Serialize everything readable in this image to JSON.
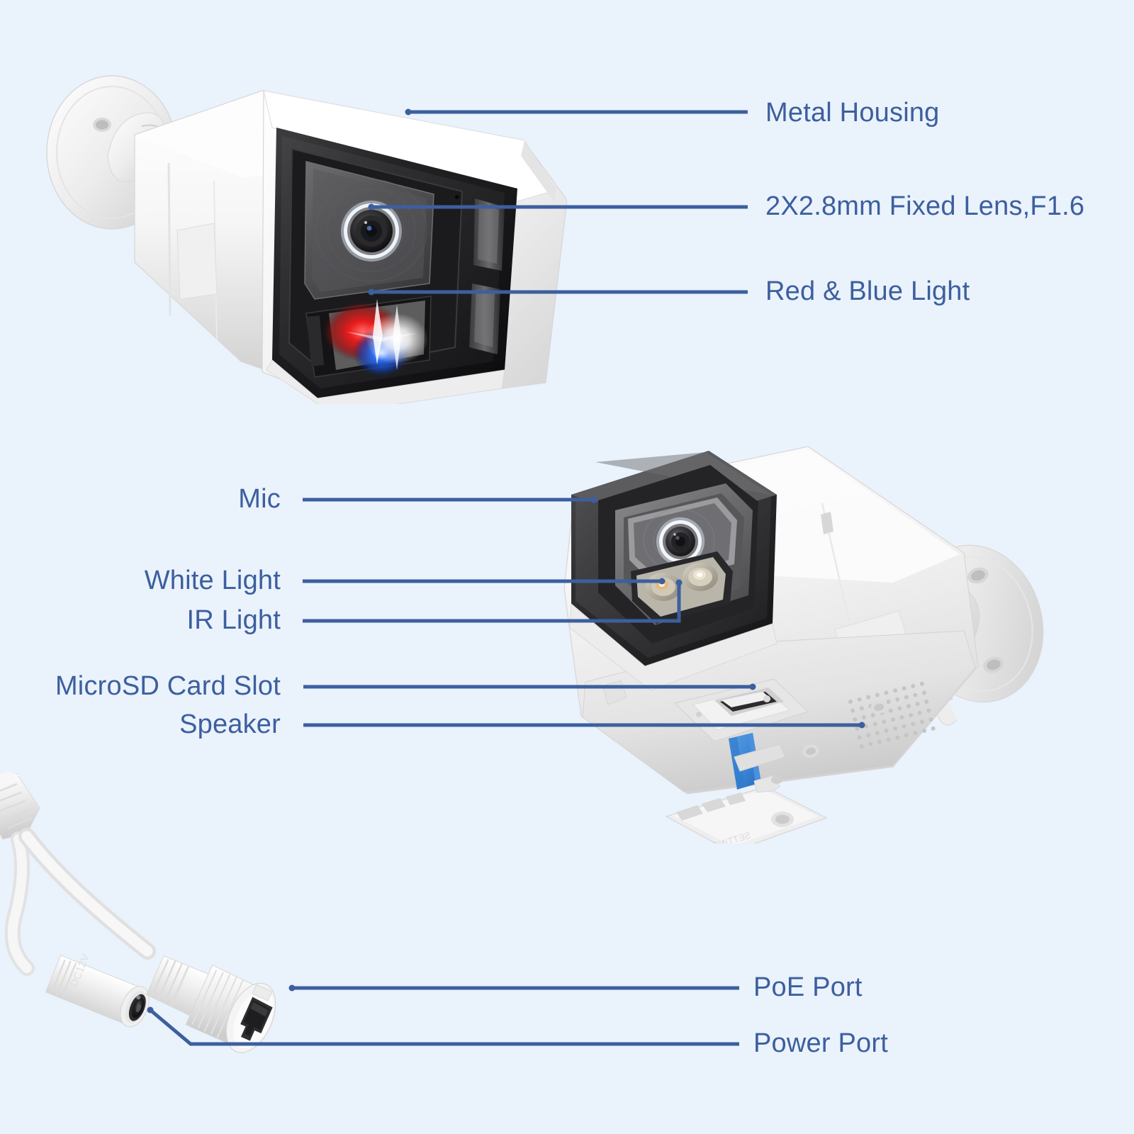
{
  "page": {
    "title": "Security Camera Feature Callout Diagram",
    "background_color": "#eaf2fc",
    "line_color": "#3c5f9e",
    "text_color": "#3c5f9e"
  },
  "callouts": {
    "metal_housing": "Metal Housing",
    "fixed_lens": "2X2.8mm Fixed Lens,F1.6",
    "red_blue_light": "Red & Blue Light",
    "mic": "Mic",
    "white_light": "White Light",
    "ir_light": "IR Light",
    "microsd_card_slot": "MicroSD Card Slot",
    "speaker": "Speaker",
    "poe_port": "PoE Port",
    "power_port": "Power Port"
  },
  "products": {
    "camera_top": {
      "name": "Bullet camera, angled front view",
      "housing_color": "#f4f4f4",
      "faceplate_color": "#1d1d1f",
      "indicator_red": "#e02020",
      "indicator_blue": "#1759d6"
    },
    "camera_bottom": {
      "name": "Bullet camera, bottom/underside view with mount",
      "housing_color": "#f2f2f2",
      "hood_color": "#343434",
      "sd_card_color": "#3a86d8"
    },
    "cable": {
      "name": "PoE pigtail cable with RJ45 and DC barrel jack",
      "cable_color": "#f3f3f3",
      "rj45_port_color": "#2f2f2f"
    }
  }
}
